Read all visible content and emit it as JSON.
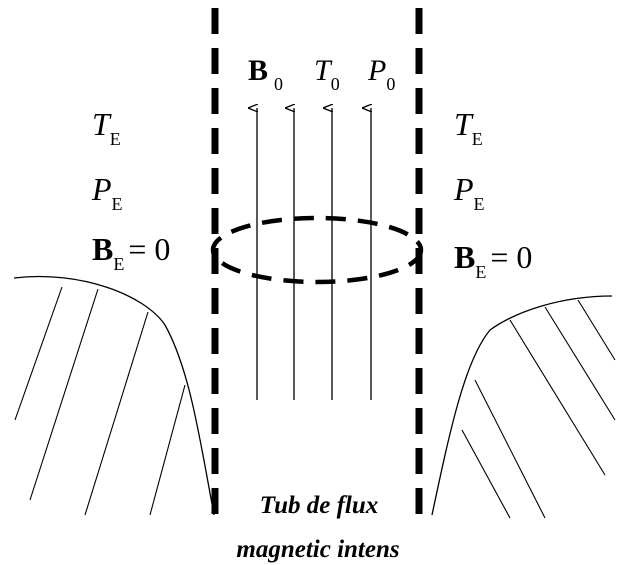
{
  "center": {
    "field": "B",
    "field_sub": "0",
    "temp": "T",
    "temp_sub": "0",
    "press": "P",
    "press_sub": "0"
  },
  "left": {
    "temp": "T",
    "temp_sub": "E",
    "press": "P",
    "press_sub": "E",
    "field": "B",
    "field_sub": "E",
    "field_value": "= 0"
  },
  "right": {
    "temp": "T",
    "temp_sub": "E",
    "press": "P",
    "press_sub": "E",
    "field": "B",
    "field_sub": "E",
    "field_value": "= 0"
  },
  "caption": {
    "line1": "Tub de flux",
    "line2": "magnetic intens"
  }
}
